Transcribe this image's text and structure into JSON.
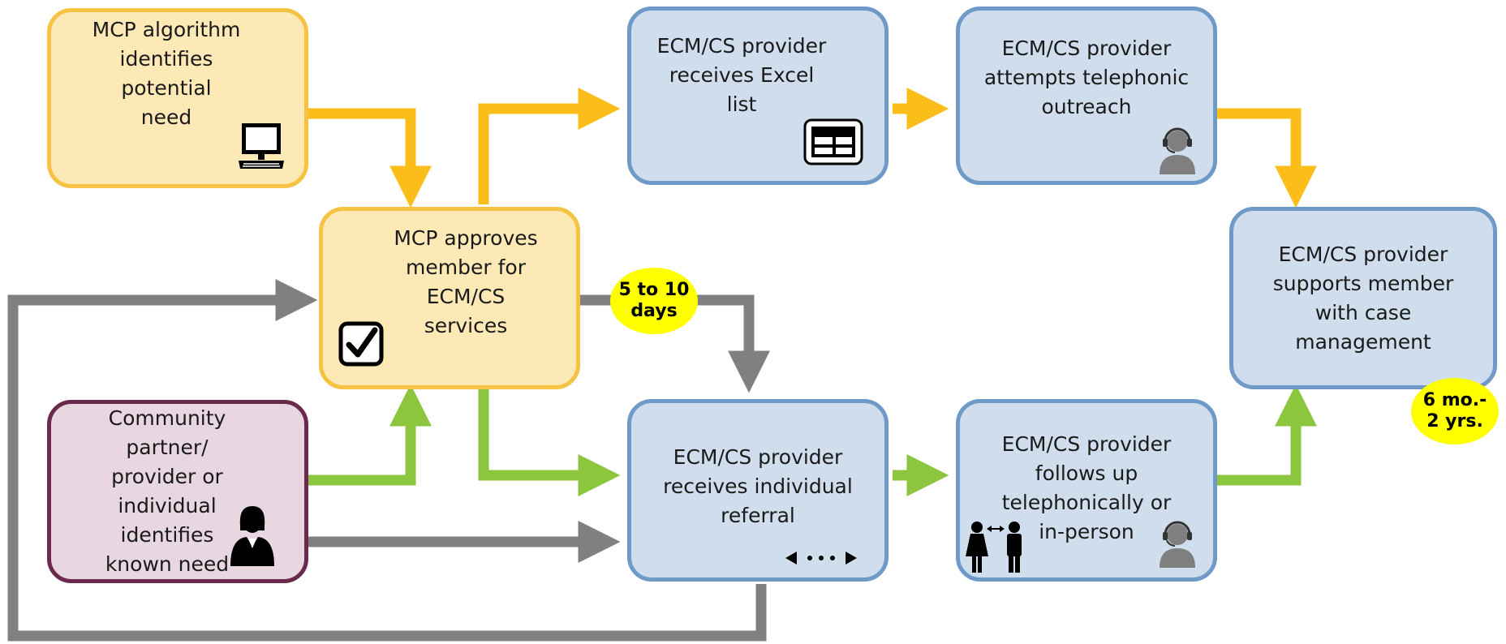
{
  "colors": {
    "yellow_fill": "#fde9b6",
    "yellow_border": "#f6c242",
    "blue_fill": "#cfddec",
    "blue_border": "#6f99c6",
    "purple_fill": "#e8d6e1",
    "purple_border": "#6b2a4d",
    "arrow_gold": "#fbbd1a",
    "arrow_green": "#8cc63f",
    "arrow_gray": "#808080",
    "badge": "#ffff00"
  },
  "boxes": {
    "mcp_algorithm": "MCP algorithm\nidentifies potential\nneed",
    "mcp_approves": "MCP approves\nmember for ECM/CS\nservices",
    "community_partner": "Community partner/\nprovider or individual\nidentifies\nknown need",
    "receives_excel": "ECM/CS provider\nreceives Excel\nlist",
    "telephonic_outreach": "ECM/CS provider\nattempts telephonic\noutreach",
    "individual_referral": "ECM/CS provider\nreceives individual\nreferral",
    "follows_up": "ECM/CS provider\nfollows up\ntelephonically or\nin-person",
    "case_management": "ECM/CS provider\nsupports member\nwith case\nmanagement"
  },
  "badges": {
    "approval_time": "5 to 10\ndays",
    "case_duration": "6 mo.-\n2 yrs."
  },
  "icons": [
    "computer-icon",
    "checkbox-icon",
    "spreadsheet-icon",
    "headset-person-icon",
    "businesswoman-icon",
    "two-way-arrow-icon",
    "two-people-icon"
  ]
}
